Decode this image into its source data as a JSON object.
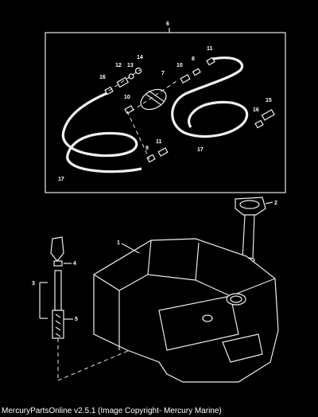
{
  "callouts": {
    "c1": "1",
    "c2": "2",
    "c3": "3",
    "c4": "4",
    "c5": "5",
    "c6": "6",
    "c7": "7",
    "c8": "8",
    "c9": "9",
    "c10a": "10",
    "c10b": "10",
    "c11a": "11",
    "c11b": "11",
    "c12": "12",
    "c13": "13",
    "c14": "14",
    "c15": "15",
    "c16a": "16",
    "c16b": "16",
    "c17a": "17",
    "c17b": "17"
  },
  "footer": {
    "caption": "MercuryPartsOnline v2.5.1 (Image Copyright- Mercury Marine)"
  }
}
